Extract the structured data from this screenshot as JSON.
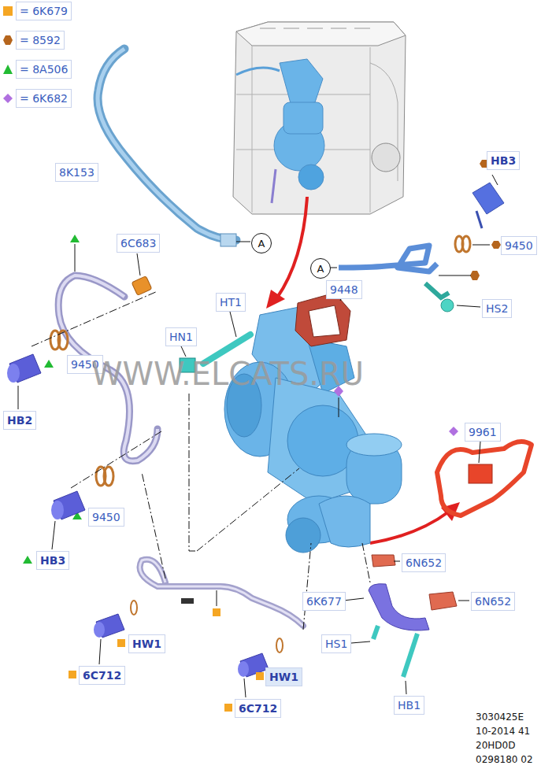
{
  "diagram": {
    "nodes": [
      {
        "text": [
          "A"
        ]
      },
      {
        "text": [
          "A"
        ]
      }
    ],
    "labels": [
      "8K153",
      "6C683",
      "9450",
      "HB2",
      "9450",
      "HB3",
      "HT1",
      "HN1",
      "9448",
      "HB3",
      "9450",
      "HS2",
      "9961",
      "6N652",
      "6N652",
      "6K677",
      "HS1",
      "HB1",
      "HW1",
      "6C712",
      "HW1",
      "6C712",
      "WWW.ELCATS.RU",
      "3030425E",
      "10-2014 41",
      "20HD0D",
      "0298180 02"
    ],
    "legend": [
      {
        "text": "= 6K679",
        "color": "#f5a623"
      },
      {
        "text": "= 8592",
        "color": "#b5651d"
      },
      {
        "text": "= 8A506",
        "color": "#22bb33"
      },
      {
        "text": "= 6K682",
        "color": "#b070e0"
      }
    ]
  }
}
